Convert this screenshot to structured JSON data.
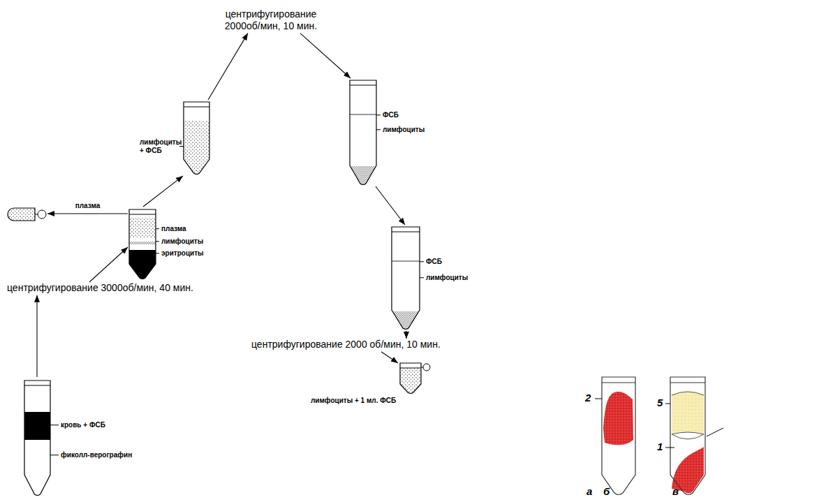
{
  "diagram": {
    "nodes": [
      {
        "text": [
          "кровь + ФСБ",
          "фиколл-верографин"
        ]
      },
      {
        "text": [
          "центрифугирование 3000об/мин, 40 мин."
        ]
      },
      {
        "text": [
          "плазма",
          "лимфоциты",
          "эритроциты"
        ]
      },
      {
        "text": []
      },
      {
        "text": [
          "лимфоциты + ФСБ"
        ]
      },
      {
        "text": [
          "центрифугирование 2000об/мин, 10 мин."
        ]
      },
      {
        "text": [
          "ФСБ",
          "лимфоциты"
        ]
      },
      {
        "text": [
          "ФСБ",
          "лимфоциты"
        ]
      },
      {
        "text": [
          "центрифугирование 2000 об/мин, 10 мин."
        ]
      },
      {
        "text": [
          "лимфоциты + 1 мл. ФСБ"
        ]
      }
    ],
    "edges": [
      {
        "from": 0,
        "to": 1,
        "arrow": "to"
      },
      {
        "from": 1,
        "to": 2,
        "arrow": "to"
      },
      {
        "from": 2,
        "to": 3,
        "label": "плазма",
        "arrow": "to"
      },
      {
        "from": 2,
        "to": 4,
        "arrow": "to"
      },
      {
        "from": 4,
        "to": 5,
        "arrow": "to"
      },
      {
        "from": 5,
        "to": 6,
        "arrow": "to"
      },
      {
        "from": 6,
        "to": 7,
        "arrow": "to"
      },
      {
        "from": 7,
        "to": 8,
        "arrow": "to"
      },
      {
        "from": 8,
        "to": 9,
        "arrow": "to"
      }
    ],
    "labels": [
      "2",
      "5",
      "1",
      "а",
      "б",
      "в"
    ]
  }
}
